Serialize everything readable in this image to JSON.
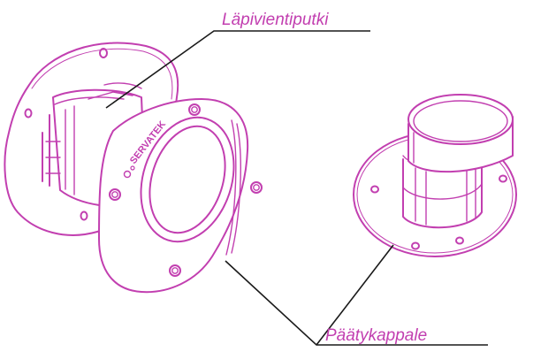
{
  "labels": {
    "top": "Läpivientiputki",
    "bottom": "Päätykappale"
  },
  "brand": {
    "text": "SERVATEK"
  },
  "colors": {
    "part_stroke": "#c23fb0",
    "leader_line": "#1a1a1a",
    "background": "#ffffff"
  },
  "icons": [
    "through-pipe-assembly",
    "end-piece-part"
  ]
}
